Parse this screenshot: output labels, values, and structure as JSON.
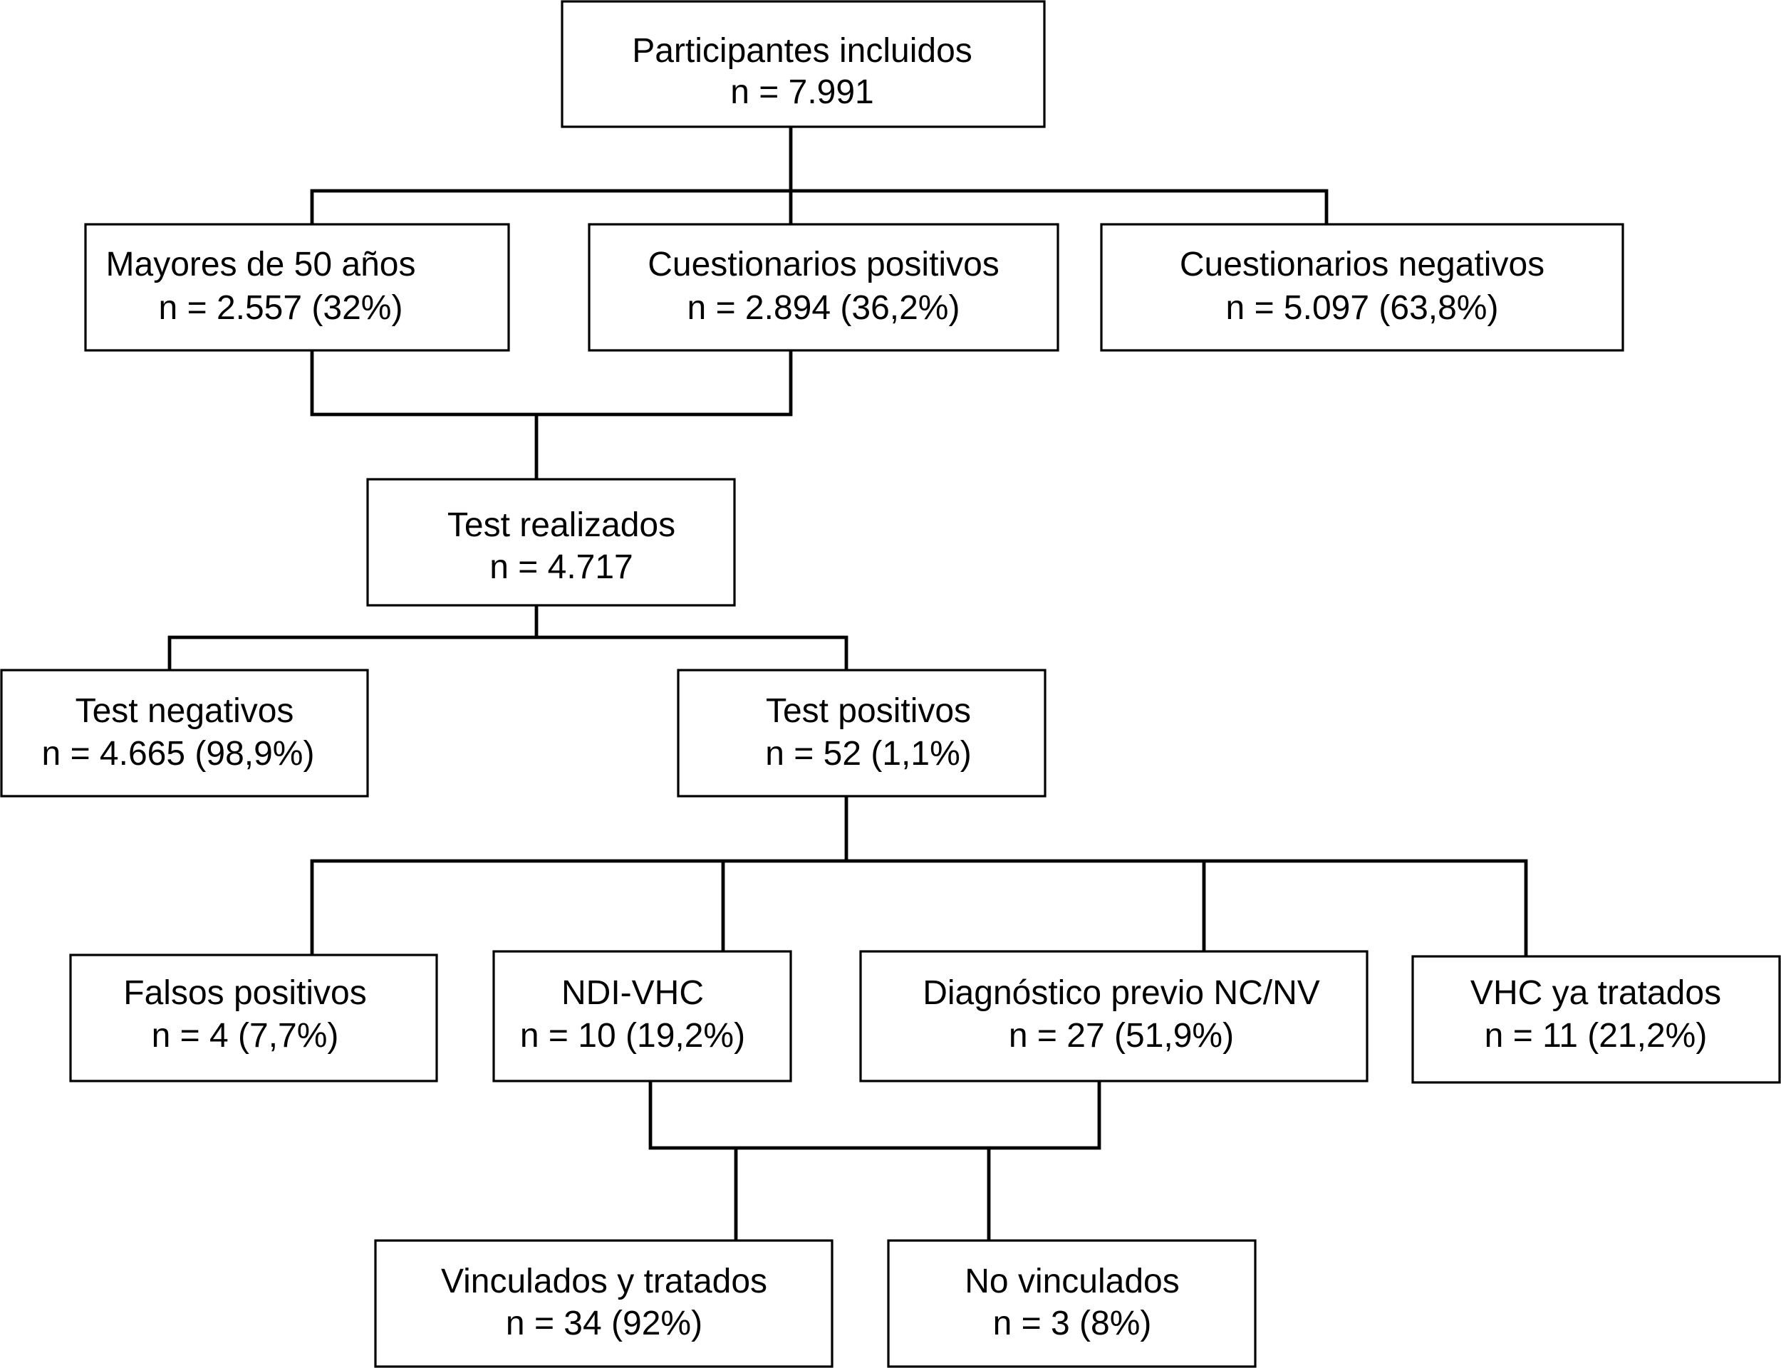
{
  "nodes": {
    "participantes": {
      "label": "Participantes incluidos",
      "count": "n = 7.991"
    },
    "mayores50": {
      "label": "Mayores de 50 años",
      "count": "n = 2.557 (32%)"
    },
    "cuest_pos": {
      "label": "Cuestionarios positivos",
      "count": "n = 2.894 (36,2%)"
    },
    "cuest_neg": {
      "label": "Cuestionarios negativos",
      "count": "n = 5.097 (63,8%)"
    },
    "test_realizados": {
      "label": "Test realizados",
      "count": "n = 4.717"
    },
    "test_neg": {
      "label": "Test negativos",
      "count": "n = 4.665 (98,9%)"
    },
    "test_pos": {
      "label": "Test positivos",
      "count": "n = 52 (1,1%)"
    },
    "falsos_pos": {
      "label": "Falsos positivos",
      "count": "n = 4 (7,7%)"
    },
    "ndi_vhc": {
      "label": "NDI-VHC",
      "count": "n = 10 (19,2%)"
    },
    "diag_previo": {
      "label": "Diagnóstico previo NC/NV",
      "count": "n = 27 (51,9%)"
    },
    "vhc_tratados": {
      "label": "VHC ya tratados",
      "count": "n = 11 (21,2%)"
    },
    "vinculados": {
      "label": "Vinculados y tratados",
      "count": "n = 34 (92%)"
    },
    "no_vinculados": {
      "label": "No vinculados",
      "count": "n = 3 (8%)"
    }
  }
}
